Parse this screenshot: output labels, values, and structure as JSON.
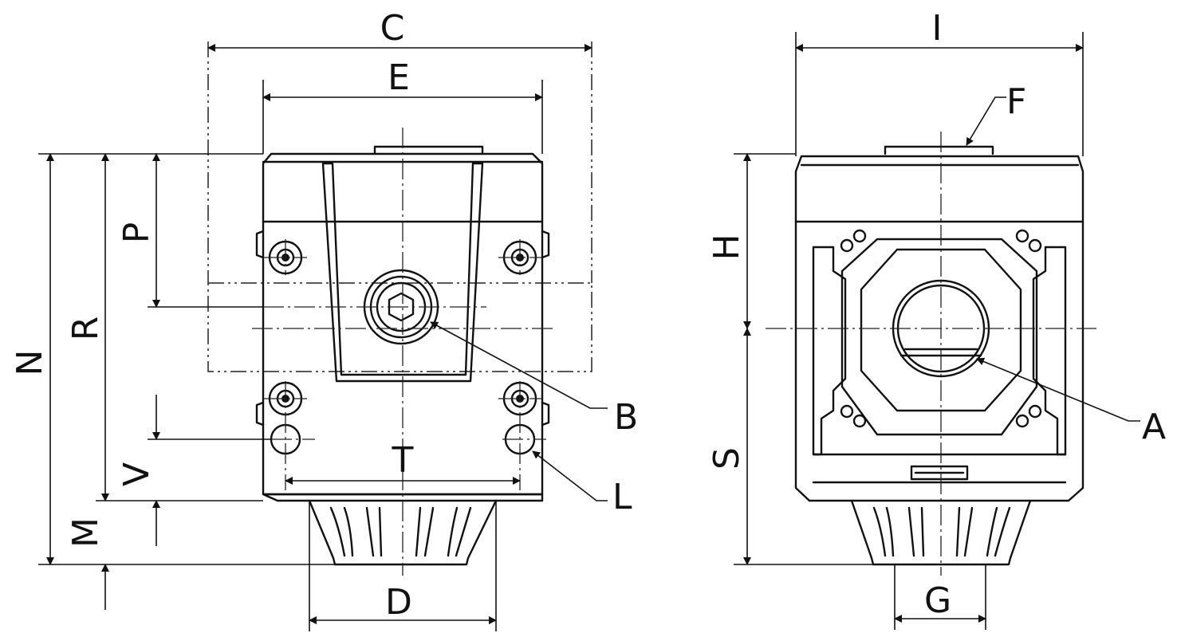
{
  "dimension_labels": {
    "C": "C",
    "E": "E",
    "N": "N",
    "R": "R",
    "P": "P",
    "V": "V",
    "M": "M",
    "T": "T",
    "D": "D",
    "B": "B",
    "L": "L",
    "I": "I",
    "F": "F",
    "H": "H",
    "S": "S",
    "G": "G",
    "A": "A"
  }
}
